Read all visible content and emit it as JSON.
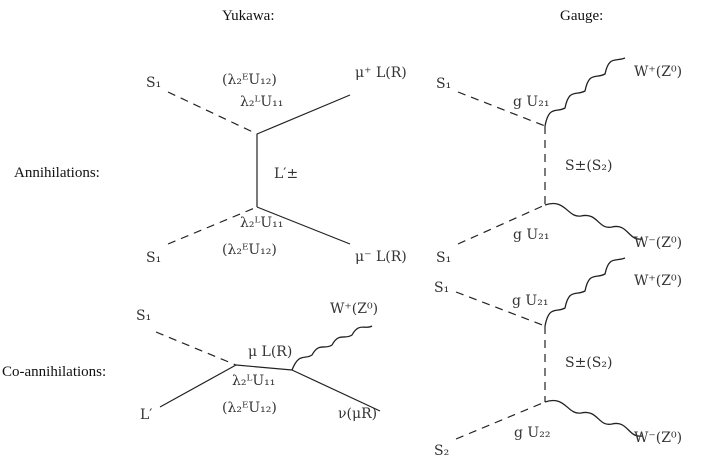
{
  "headers": {
    "yukawa": "Yukawa:",
    "gauge": "Gauge:"
  },
  "rows": {
    "annihilations": "Annihilations:",
    "coannihilations": "Co-annihilations:"
  },
  "yukawa_annihilation": {
    "in_top": "S₁",
    "in_bottom": "S₁",
    "out_top": "μ⁺ L(R)",
    "out_bottom": "μ⁻ L(R)",
    "propagator": "L′±",
    "vertex_top_alt": "(λ₂ᴱU₁₂)",
    "vertex_top": "λ₂ᴸU₁₁",
    "vertex_bottom": "λ₂ᴸU₁₁",
    "vertex_bottom_alt": "(λ₂ᴱU₁₂)"
  },
  "yukawa_coannihilation": {
    "in_top": "S₁",
    "in_bottom": "L′",
    "internal": "μ L(R)",
    "out_boson": "W⁺(Z⁰)",
    "out_fermion": "ν(μR)",
    "vertex": "λ₂ᴸU₁₁",
    "vertex_alt": "(λ₂ᴱU₁₂)"
  },
  "gauge_annihilation": {
    "in_top": "S₁",
    "in_bottom": "S₁",
    "coupling_top": "g U₂₁",
    "coupling_bottom": "g U₂₁",
    "propagator": "S±(S₂)",
    "out_top": "W⁺(Z⁰)",
    "out_bottom": "W⁻(Z⁰)"
  },
  "gauge_coannihilation": {
    "in_top": "S₁",
    "in_bottom": "S₂",
    "coupling_top": "g U₂₁",
    "coupling_bottom": "g U₂₂",
    "propagator": "S±(S₂)",
    "out_top": "W⁺(Z⁰)",
    "out_bottom": "W⁻(Z⁰)"
  }
}
